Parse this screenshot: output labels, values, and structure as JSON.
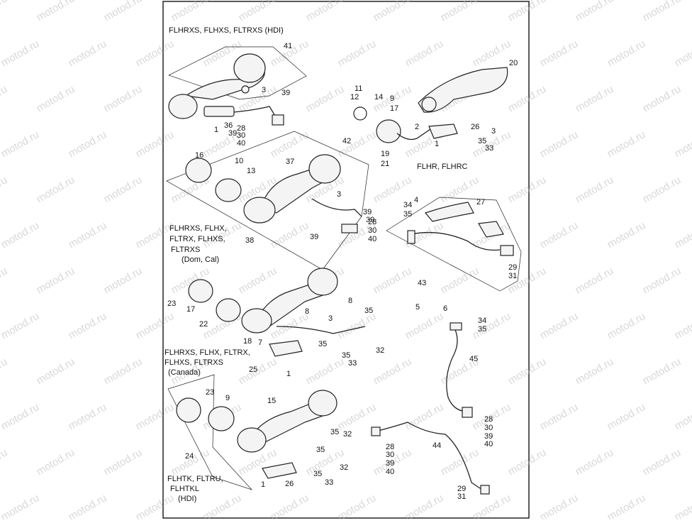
{
  "watermark": "motod.ru",
  "groups": [
    {
      "id": "hdi-top",
      "caption": [
        "FLHRXS, FLHXS, FLTRXS (HDI)"
      ]
    },
    {
      "id": "flhr",
      "caption": [
        "FLHR, FLHRC"
      ]
    },
    {
      "id": "dom-cal",
      "caption": [
        "FLHRXS, FLHX,",
        "FLTRX, FLHXS,",
        "FLTRXS",
        "(Dom, Cal)"
      ]
    },
    {
      "id": "canada",
      "caption": [
        "FLHRXS, FLHX, FLTRX,",
        "FLHXS, FLTRXS",
        "(Canada)"
      ]
    },
    {
      "id": "flhtk",
      "caption": [
        "FLHTK, FLTRU,",
        "FLHTKL",
        "(HDI)"
      ]
    }
  ],
  "callouts": [
    "41",
    "3",
    "39",
    "36",
    "1",
    "39",
    "28",
    "30",
    "40",
    "20",
    "11",
    "12",
    "14",
    "9",
    "17",
    "2",
    "26",
    "3",
    "1",
    "35",
    "33",
    "19",
    "21",
    "42",
    "16",
    "10",
    "13",
    "37",
    "3",
    "39",
    "39",
    "28",
    "30",
    "40",
    "38",
    "39",
    "27",
    "4",
    "34",
    "35",
    "29",
    "31",
    "43",
    "23",
    "17",
    "22",
    "18",
    "8",
    "3",
    "8",
    "35",
    "35",
    "7",
    "32",
    "35",
    "25",
    "33",
    "1",
    "5",
    "6",
    "34",
    "35",
    "45",
    "28",
    "30",
    "39",
    "40",
    "23",
    "9",
    "15",
    "35",
    "32",
    "35",
    "32",
    "35",
    "26",
    "33",
    "1",
    "24",
    "28",
    "30",
    "39",
    "40",
    "44",
    "29",
    "31"
  ]
}
